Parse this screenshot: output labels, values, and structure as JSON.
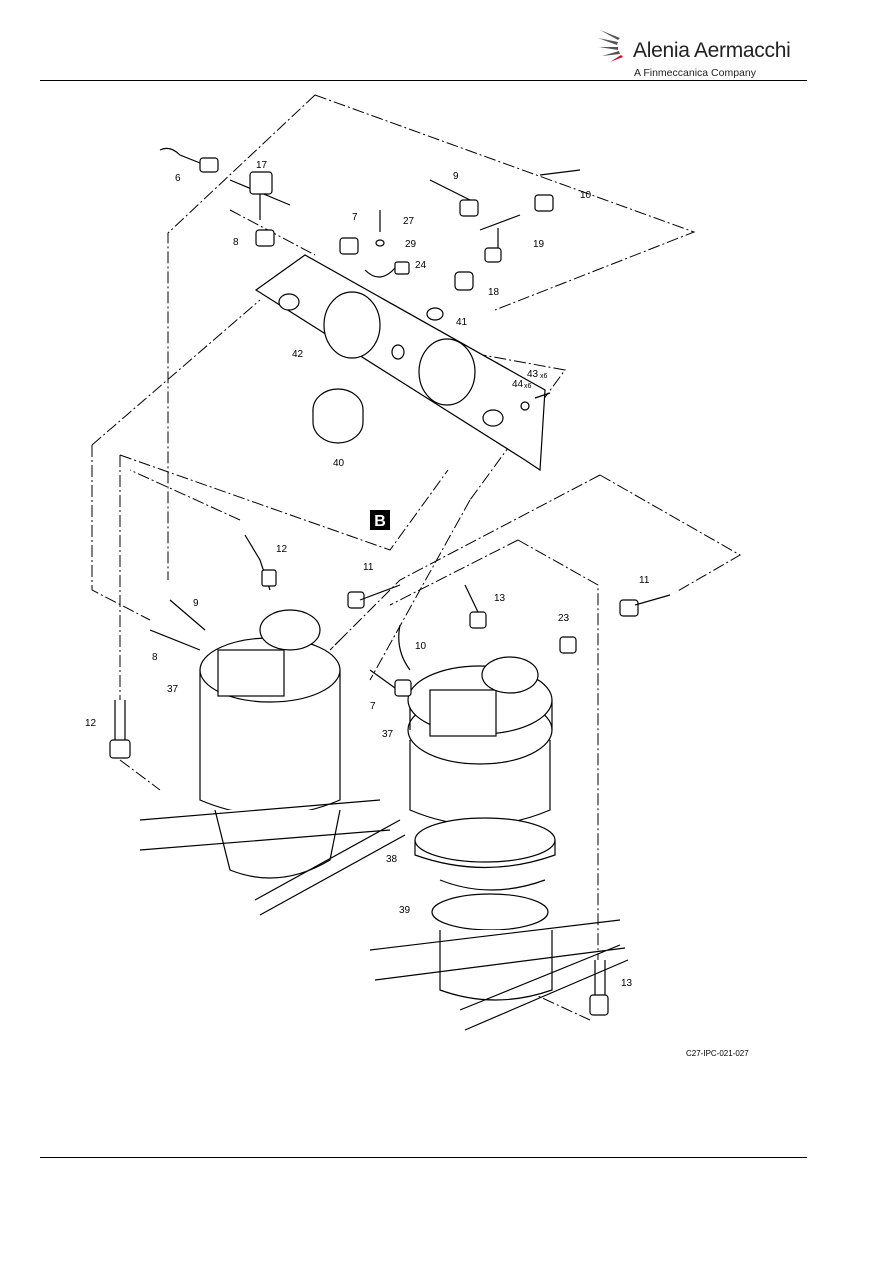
{
  "header": {
    "company_name": "Alenia Aermacchi",
    "company_tagline": "A Finmeccanica Company",
    "accent_color": "#c8102e"
  },
  "figure": {
    "view_letter": "B",
    "reference": "C27-IPC-021-027",
    "callouts": {
      "c6": "6",
      "c17": "17",
      "c9a": "9",
      "c10a": "10",
      "c7a": "7",
      "c27": "27",
      "c29": "29",
      "c8a": "8",
      "c19": "19",
      "c24": "24",
      "c18": "18",
      "c41": "41",
      "c42": "42",
      "c43": "43",
      "c43q": "x6",
      "c44": "44",
      "c44q": "x6",
      "c40": "40",
      "c12a": "12",
      "c11a": "11",
      "c9b": "9",
      "c8b": "8",
      "c37a": "37",
      "c12b": "12",
      "c13a": "13",
      "c11b": "11",
      "c23": "23",
      "c10b": "10",
      "c7b": "7",
      "c37b": "37",
      "c38": "38",
      "c39": "39",
      "c13b": "13"
    }
  }
}
